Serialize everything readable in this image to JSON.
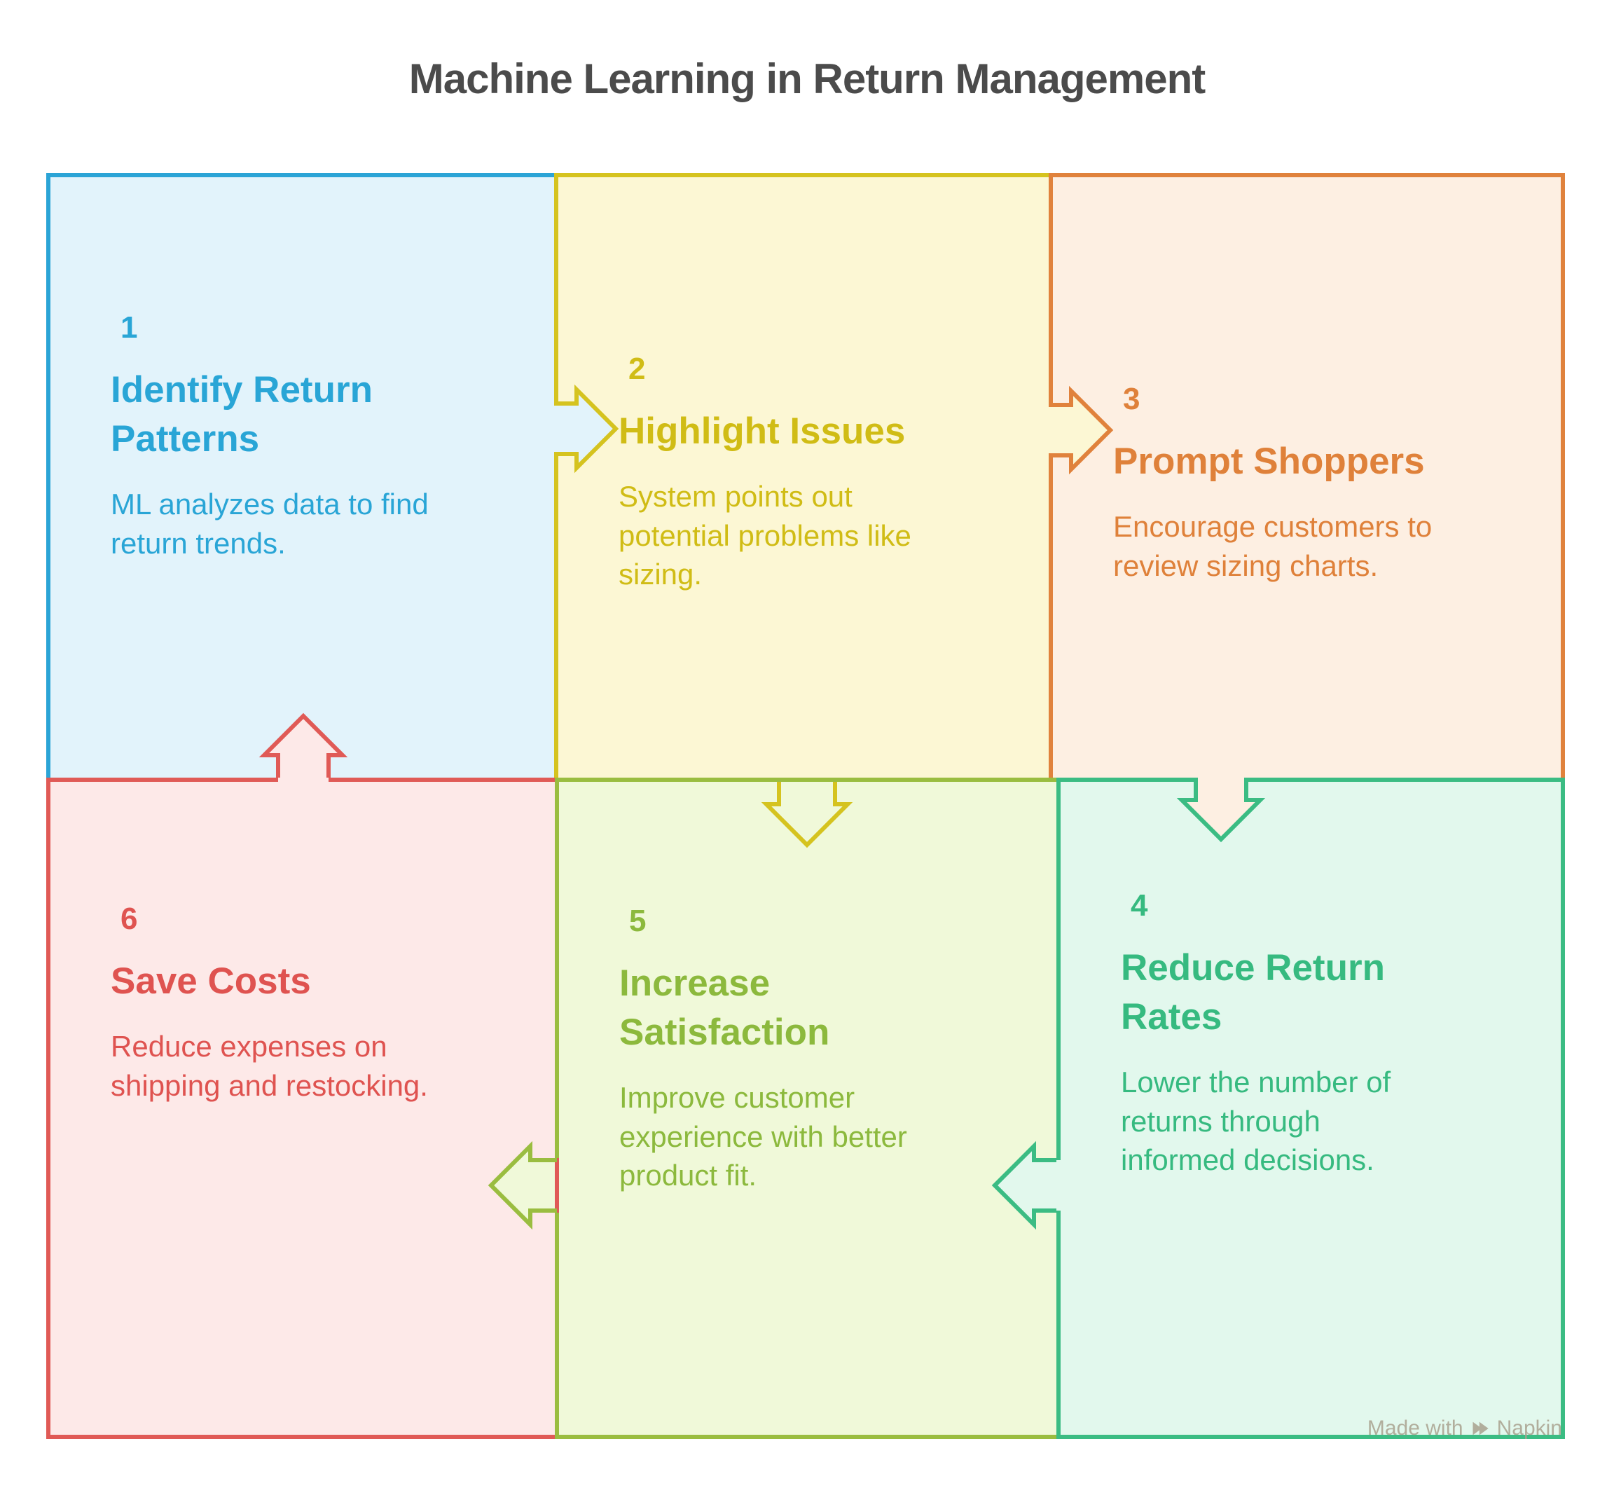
{
  "title": "Machine Learning in Return Management",
  "title_color": "#4B4B4B",
  "panels": [
    {
      "num": "1",
      "title": "Identify Return\nPatterns",
      "desc": "ML analyzes data to find\nreturn trends.",
      "colors": {
        "bg": "#E2F3FB",
        "border": "#2BA4D6",
        "text": "#29A5D6"
      }
    },
    {
      "num": "2",
      "title": "Highlight Issues",
      "desc": "System points out\npotential problems like\nsizing.",
      "colors": {
        "bg": "#FCF7D4",
        "border": "#D5C31F",
        "text": "#D0BC15"
      }
    },
    {
      "num": "3",
      "title": "Prompt Shoppers",
      "desc": "Encourage customers to\nreview sizing charts.",
      "colors": {
        "bg": "#FDEFE2",
        "border": "#E0823C",
        "text": "#DF813A"
      }
    },
    {
      "num": "4",
      "title": "Reduce Return\nRates",
      "desc": "Lower the number of\nreturns through\ninformed decisions.",
      "colors": {
        "bg": "#E2F8ED",
        "border": "#3BBC83",
        "text": "#36BA80"
      }
    },
    {
      "num": "5",
      "title": "Increase\nSatisfaction",
      "desc": "Improve customer\nexperience with better\nproduct fit.",
      "colors": {
        "bg": "#F0F9D9",
        "border": "#9ABD40",
        "text": "#8CB93D"
      }
    },
    {
      "num": "6",
      "title": "Save Costs",
      "desc": "Reduce expenses on\nshipping and restocking.",
      "colors": {
        "bg": "#FDE9E8",
        "border": "#E05A56",
        "text": "#DF5350"
      }
    }
  ],
  "arrows": {
    "a1": {
      "from": "step-1",
      "to": "step-2",
      "direction": "right",
      "fill": "#E2F3FB",
      "stroke": "#D5C31F"
    },
    "a2": {
      "from": "step-2",
      "to": "step-3",
      "direction": "right",
      "fill": "#FCF7D4",
      "stroke": "#E0823C"
    },
    "a3": {
      "from": "step-3",
      "to": "step-4",
      "direction": "down",
      "fill": "#FDEFE2",
      "stroke": "#3BBC83"
    },
    "a4": {
      "from": "step-2",
      "to": "step-5",
      "direction": "down",
      "fill": "#F0F9D9",
      "stroke": "#D5C31F"
    },
    "a5": {
      "from": "step-4",
      "to": "step-5",
      "direction": "left",
      "fill": "#E2F8ED",
      "stroke": "#3BBC83"
    },
    "a6": {
      "from": "step-5",
      "to": "step-6",
      "direction": "left",
      "fill": "#F0F9D9",
      "stroke": "#9ABD40",
      "back": "#E05A56"
    },
    "a7": {
      "from": "step-6",
      "to": "step-1",
      "direction": "up",
      "fill": "#FDE9E8",
      "stroke": "#E05A56"
    }
  },
  "watermark": {
    "prefix": "Made with",
    "brand": "Napkin",
    "color": "#A9A28F"
  }
}
